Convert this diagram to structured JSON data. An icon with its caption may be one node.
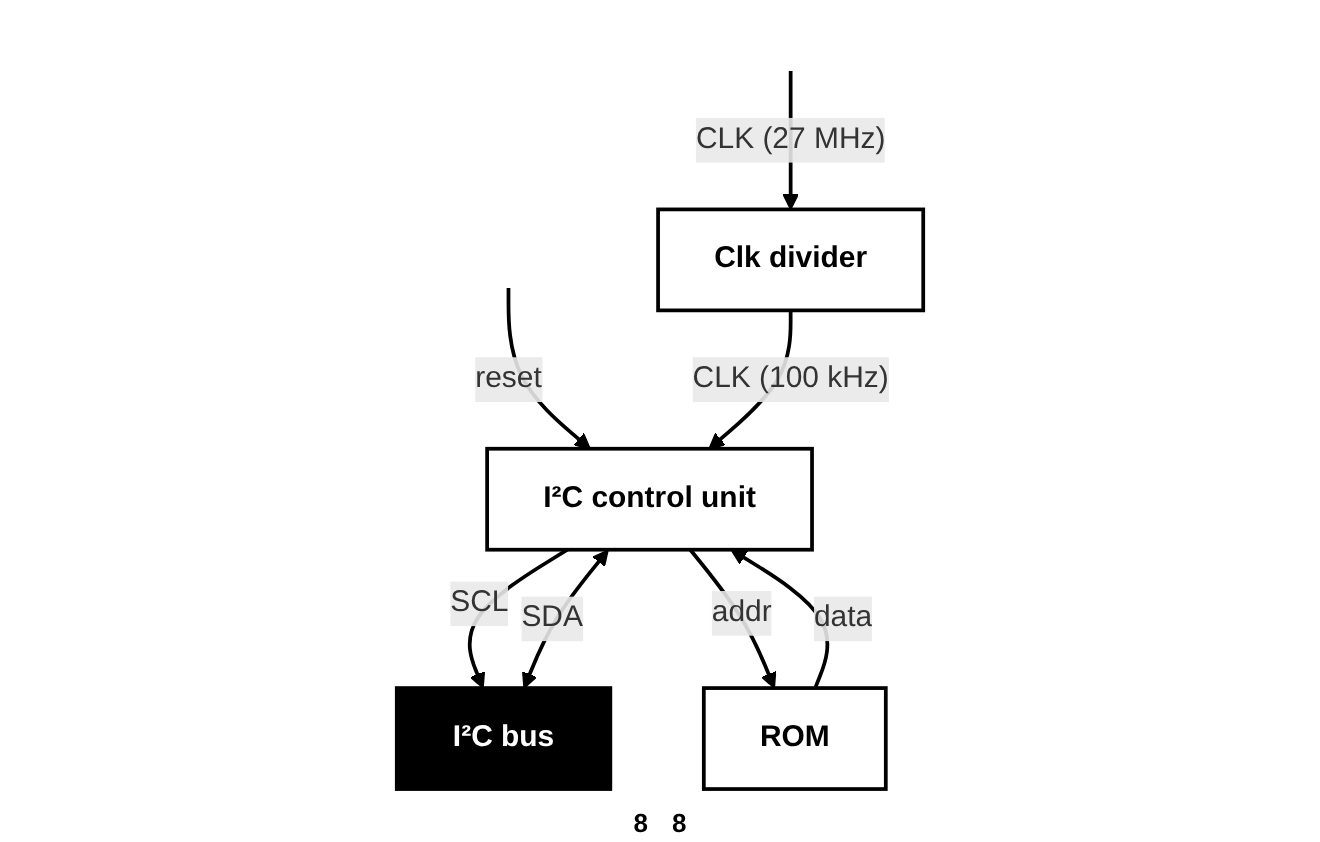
{
  "diagram": {
    "nodes": [
      {
        "text": [
          "I²C bus"
        ]
      },
      {
        "text": [
          "I²C control unit"
        ]
      },
      {
        "text": [
          "ROM"
        ]
      },
      {
        "text": [
          "Clk divider"
        ]
      }
    ],
    "edges": [
      {
        "from": 1,
        "to": 0,
        "arrow": "to",
        "label": "SCL"
      },
      {
        "from": 1,
        "to": 0,
        "arrow": "both",
        "label": "SDA"
      },
      {
        "from": null,
        "to": 1,
        "arrow": "to",
        "label": "reset"
      },
      {
        "from": 1,
        "to": 2,
        "arrow": "to",
        "label": "addr"
      },
      {
        "from": 2,
        "to": 1,
        "arrow": "to",
        "label": "data"
      },
      {
        "from": 3,
        "to": 1,
        "arrow": "to",
        "label": "CLK (100 kHz)"
      },
      {
        "from": null,
        "to": 3,
        "arrow": "to",
        "label": "CLK (27 MHz)"
      }
    ],
    "labels": [
      "8",
      "8"
    ]
  }
}
